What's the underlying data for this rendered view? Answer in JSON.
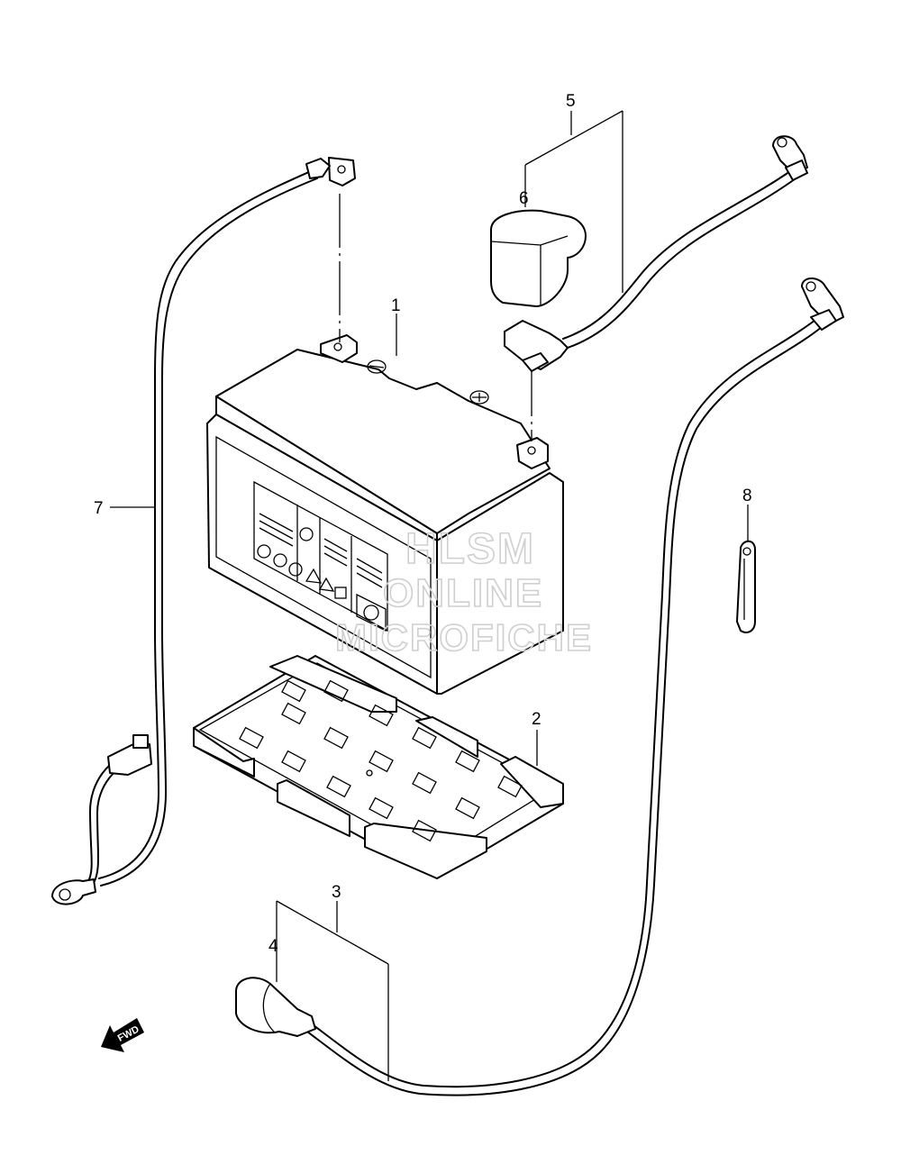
{
  "callouts": {
    "c1": "1",
    "c2": "2",
    "c3": "3",
    "c4": "4",
    "c5": "5",
    "c6": "6",
    "c7": "7",
    "c8": "8"
  },
  "watermark": {
    "line1": "HLSM",
    "line2": "ONLINE",
    "line3": "MICROFICHE"
  },
  "direction_arrow": {
    "label": "FWD",
    "icon": "fwd-arrow-icon"
  },
  "colors": {
    "line": "#000000",
    "background": "#ffffff",
    "watermark": "#cfcfcf"
  }
}
